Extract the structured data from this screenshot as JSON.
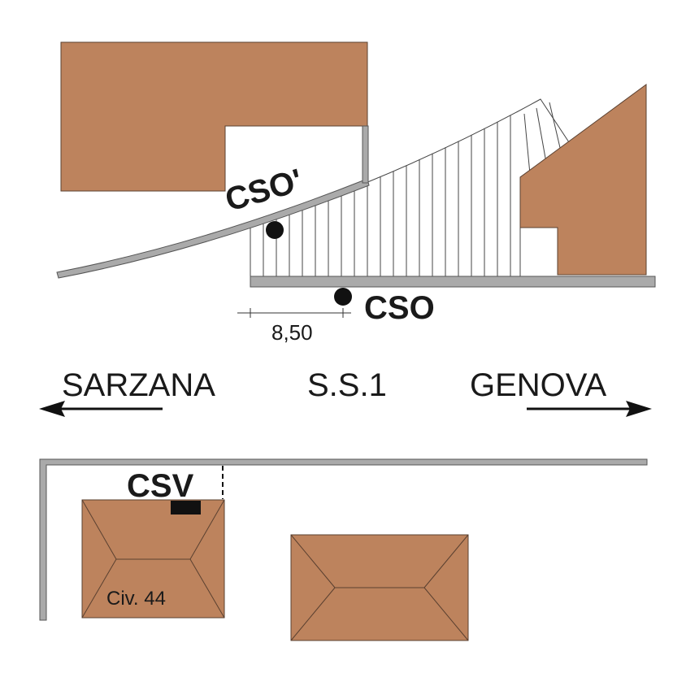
{
  "labels": {
    "cso_prime": "CSO'",
    "cso": "CSO",
    "csv": "CSV",
    "dimension": "8,50",
    "left_direction": "SARZANA",
    "road": "S.S.1",
    "right_direction": "GENOVA",
    "house_number": "Civ. 44"
  },
  "colors": {
    "building_fill": "#bd835d",
    "building_stroke": "#5a4030",
    "wall_fill": "#aaaaaa",
    "wall_stroke": "#555555",
    "hatch": "#444444",
    "marker": "#111111"
  }
}
